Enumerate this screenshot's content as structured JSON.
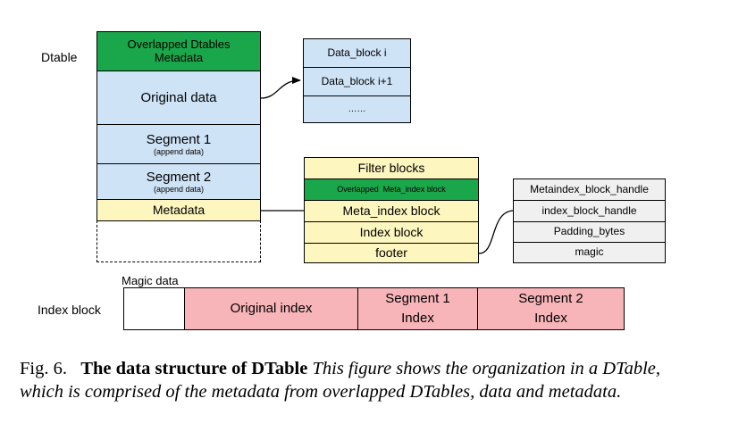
{
  "dtable": {
    "label": "Dtable",
    "blocks": [
      {
        "title": "Overlapped Dtables",
        "title2": "Metadata"
      },
      {
        "title": "Original data"
      },
      {
        "title": "Segment 1",
        "sub": "(append data)"
      },
      {
        "title": "Segment 2",
        "sub": "(append data)"
      },
      {
        "title": "Metadata"
      }
    ]
  },
  "data_blocks": [
    "Data_block i",
    "Data_block i+1",
    "……"
  ],
  "meta_blocks": [
    "Filter blocks",
    "Overlapped  Meta_index block",
    "Meta_index block",
    "Index block",
    "footer"
  ],
  "footer_fields": [
    "Metaindex_block_handle",
    "index_block_handle",
    "Padding_bytes",
    "magic"
  ],
  "index_block": {
    "label": "Index block",
    "magic_label": "Magic data",
    "cells": [
      {
        "line1": "Original index"
      },
      {
        "line1": "Segment 1",
        "line2": "Index"
      },
      {
        "line1": "Segment 2",
        "line2": "Index"
      }
    ]
  },
  "caption": {
    "fig": "Fig. 6.",
    "title": "The data structure of DTable",
    "text": "This figure shows the organization in a DTable, which is comprised of the metadata from overlapped DTables, data and metadata."
  },
  "colors": {
    "blue": "#cfe3f6",
    "green": "#1aa64a",
    "yellow": "#fdf6bf",
    "pink": "#f8b5b9",
    "grey": "#f0f0f0"
  }
}
